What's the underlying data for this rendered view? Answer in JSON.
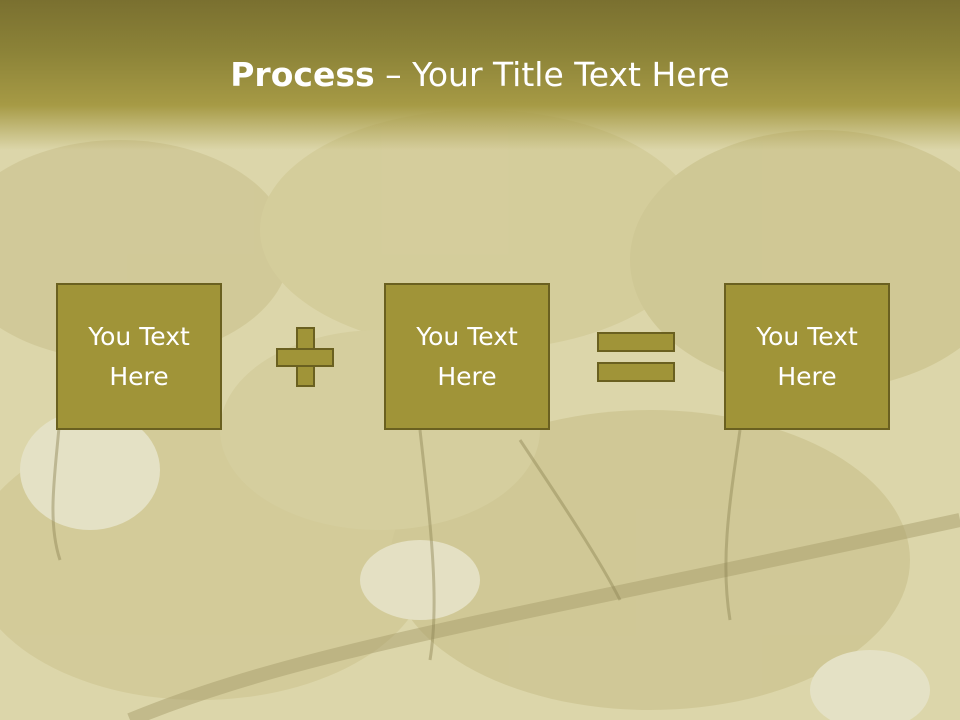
{
  "slide": {
    "title_bold": "Process",
    "title_rest": " – Your Title Text Here",
    "boxes": [
      {
        "line1": "You Text",
        "line2": "Here"
      },
      {
        "line1": "You Text",
        "line2": "Here"
      },
      {
        "line1": "You Text",
        "line2": "Here"
      }
    ],
    "operators": [
      "plus-icon",
      "equals-icon"
    ]
  },
  "colors": {
    "header": "#7a7030",
    "box_fill": "#a09438",
    "box_border": "#6a6020",
    "background": "#d9d3a6",
    "text": "#ffffff"
  }
}
